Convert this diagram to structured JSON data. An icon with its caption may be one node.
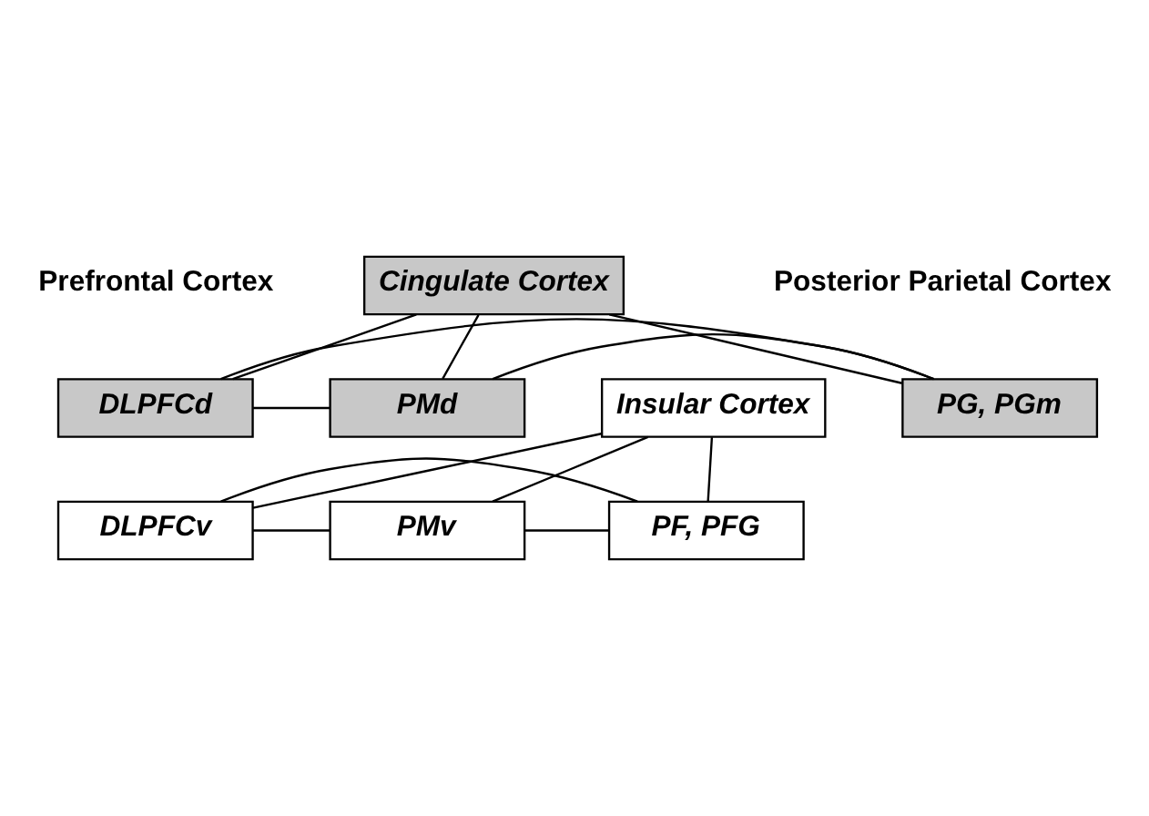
{
  "diagram": {
    "nodes": [
      {
        "text": [
          "Cingulate Cortex"
        ]
      },
      {
        "text": [
          "DLPFCd"
        ]
      },
      {
        "text": [
          "PMd"
        ]
      },
      {
        "text": [
          "PG, PGm"
        ]
      },
      {
        "text": [
          "DLPFCv"
        ]
      },
      {
        "text": [
          "PMv"
        ]
      },
      {
        "text": [
          "PF, PFG"
        ]
      },
      {
        "text": [
          "Insular Cortex"
        ]
      }
    ],
    "edges": [
      {
        "from": 0,
        "to": 1,
        "arrow": "none"
      },
      {
        "from": 0,
        "to": 2,
        "arrow": "none"
      },
      {
        "from": 0,
        "to": 3,
        "arrow": "none"
      },
      {
        "from": 1,
        "to": 3,
        "arrow": "none"
      },
      {
        "from": 1,
        "to": 2,
        "arrow": "none"
      },
      {
        "from": 2,
        "to": 3,
        "arrow": "none"
      },
      {
        "from": 4,
        "to": 5,
        "arrow": "none"
      },
      {
        "from": 5,
        "to": 6,
        "arrow": "none"
      },
      {
        "from": 4,
        "to": 6,
        "arrow": "none"
      },
      {
        "from": 7,
        "to": 4,
        "arrow": "none"
      },
      {
        "from": 7,
        "to": 5,
        "arrow": "none"
      },
      {
        "from": 7,
        "to": 6,
        "arrow": "none"
      }
    ],
    "labels": [
      "Prefrontal Cortex",
      "Posterior Parietal Cortex"
    ]
  }
}
